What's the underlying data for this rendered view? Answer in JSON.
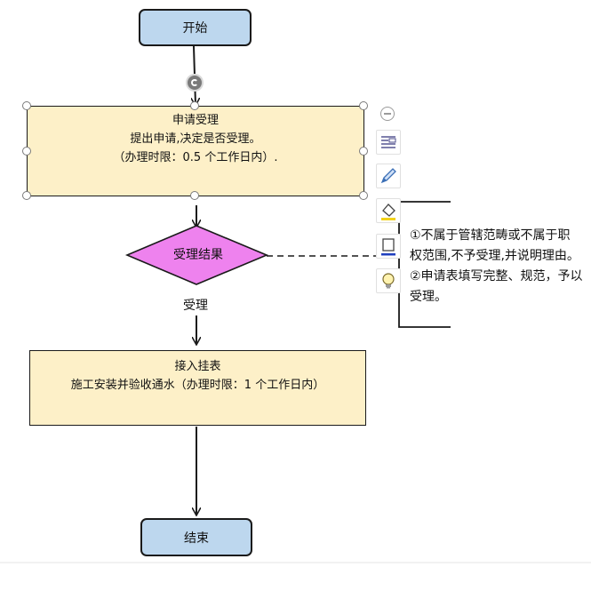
{
  "flowchart": {
    "start": {
      "label": "开始"
    },
    "accept": {
      "title": "申请受理",
      "line1": "提出申请,决定是否受理。",
      "line2": "（办理时限：0.5 个工作日内）."
    },
    "decision": {
      "label": "受理结果"
    },
    "edge_accept_label": "受理",
    "connect": {
      "title": "接入挂表",
      "line1": "施工安装并验收通水（办理时限：1 个工作日内）"
    },
    "end": {
      "label": "结束"
    }
  },
  "note": {
    "lines": [
      "①不属于管辖范畴或不属于职",
      "权范围,不予受理,并说明理由。",
      "②申请表填写完整、规范，予以",
      "受理。"
    ]
  },
  "toolbar": {
    "items": [
      "collapse-icon",
      "layout-icon",
      "pen-icon",
      "fill-icon",
      "border-icon",
      "idea-icon"
    ]
  },
  "colors": {
    "terminal_fill": "#bdd7ee",
    "process_fill": "#fdf0c8",
    "decision_fill": "#ee82ee",
    "stroke": "#1a1a1a"
  }
}
